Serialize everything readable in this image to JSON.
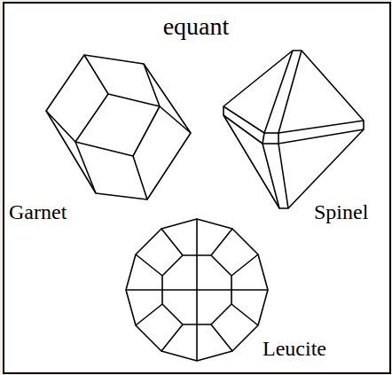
{
  "diagram": {
    "title": "equant",
    "labels": [
      "Garnet",
      "Spinel",
      "Leucite"
    ]
  }
}
